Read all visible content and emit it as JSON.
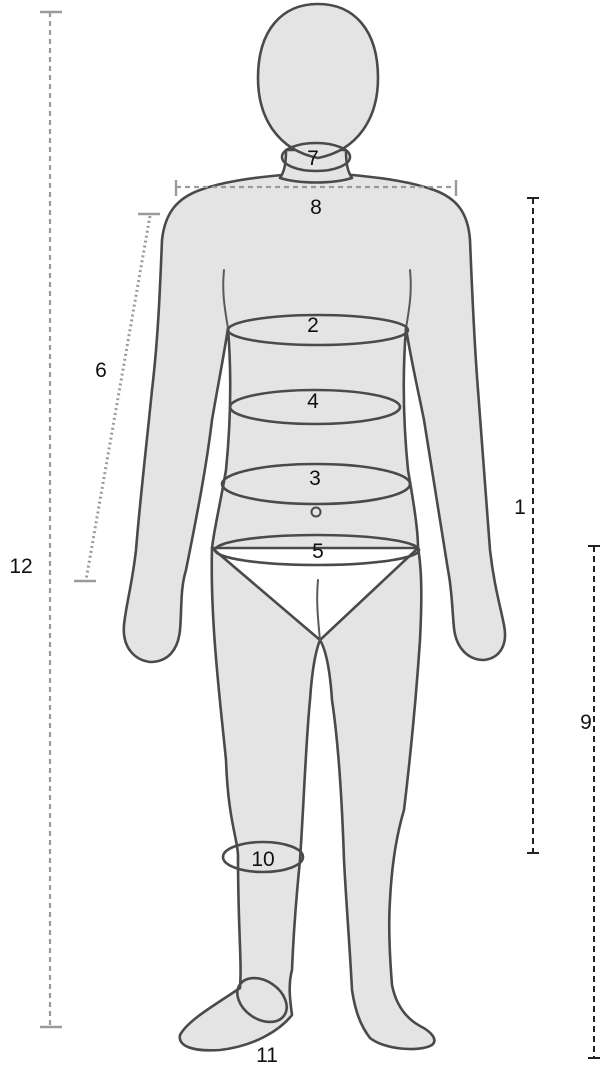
{
  "labels": {
    "m1": "1",
    "m2": "2",
    "m3": "3",
    "m4": "4",
    "m5": "5",
    "m6": "6",
    "m7": "7",
    "m8": "8",
    "m9": "9",
    "m10": "10",
    "m11": "11",
    "m12": "12"
  }
}
